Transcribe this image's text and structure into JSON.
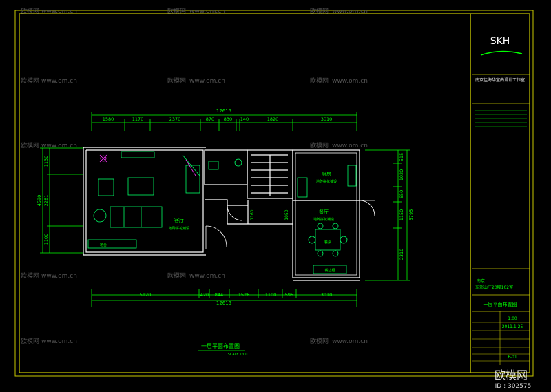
{
  "plan": {
    "overall_dimension_top": "12615",
    "overall_dimension_bottom": "12615",
    "top_segments": [
      "1580",
      "1170",
      "2370",
      "870",
      "830",
      "140",
      "1820",
      "3010"
    ],
    "bottom_segments": [
      "5120",
      "420",
      "844",
      "1526",
      "1100",
      "595",
      "3010"
    ],
    "left_segments": [
      "1130",
      "2281",
      "1100"
    ],
    "left_total": "4590",
    "right_segments": [
      "515",
      "1020",
      "650",
      "1150",
      "2310"
    ],
    "right_total": "5795",
    "inner_dims": [
      "1160",
      "1050"
    ],
    "rooms": {
      "living": {
        "name": "客厅",
        "floor": "地砖拼花铺设"
      },
      "kitchen": {
        "name": "厨房",
        "floor": "地砖拼花铺设"
      },
      "dining": {
        "name": "餐厅",
        "floor": "地砖拼花铺设"
      },
      "table_label": "餐桌",
      "cabinet_label": "餐边柜",
      "bench_label": "地台"
    },
    "drawing_title": "一层平面布置图",
    "scale_label": "SCALE  1:00"
  },
  "title_block": {
    "logo": "SKH",
    "company": "南京佳海华室内设计工作室",
    "project_line1": "南京",
    "project_line2": "东郊山庄20幢102室",
    "sheet_title": "一层平面布置图",
    "scale": "1:00",
    "date": "2011.1.25",
    "sheet_no": "P-01"
  },
  "watermark": {
    "site": "欧模网",
    "url": "www.om.cn",
    "brand": "欧模网",
    "id_label": "ID : 302575"
  },
  "colors": {
    "frame": "#c8c800",
    "wall": "#ffffff",
    "dim": "#00ff00",
    "text": "#00ff00",
    "accent": "#ff33ff",
    "furniture": "#00ff66"
  }
}
